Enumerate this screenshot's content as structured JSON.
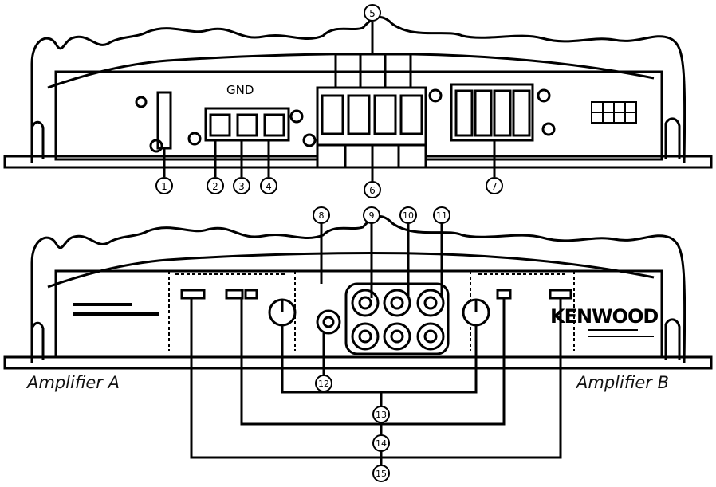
{
  "top_panel": {
    "gnd_label": "GND",
    "callouts": {
      "c1": "1",
      "c2": "2",
      "c3": "3",
      "c4": "4",
      "c5": "5",
      "c6": "6",
      "c7": "7"
    }
  },
  "bottom_panel": {
    "brand": "KENWOOD",
    "callouts": {
      "c8": "8",
      "c9": "9",
      "c10": "10",
      "c11": "11",
      "c12": "12",
      "c13": "13",
      "c14": "14",
      "c15": "15"
    }
  },
  "captions": {
    "amplifier_a": "Amplifier A",
    "amplifier_b": "Amplifier B"
  }
}
